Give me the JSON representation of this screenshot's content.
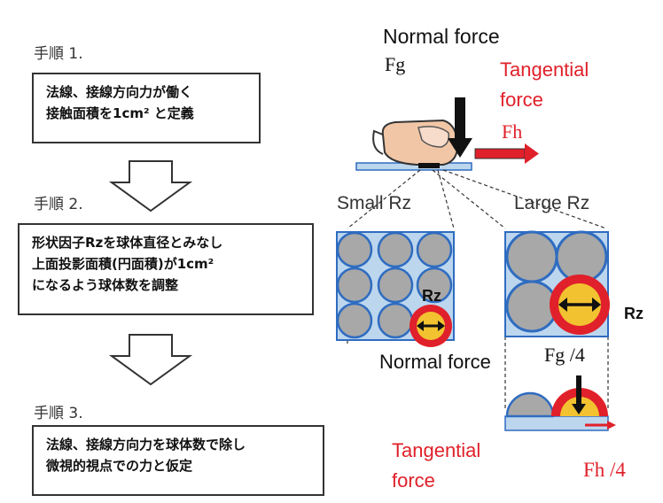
{
  "steps": [
    {
      "label": "手順 1.",
      "lines": [
        "法線、接線方向力が働く",
        "接触面積を1cm² と定義"
      ]
    },
    {
      "label": "手順 2.",
      "lines": [
        "形状因子Rzを球体直径とみなし",
        "上面投影面積(円面積)が1cm²",
        "になるよう球体数を調整"
      ]
    },
    {
      "label": "手順 3.",
      "lines": [
        "法線、接線方向力を球体数で除し",
        "微視的視点での力と仮定"
      ]
    }
  ],
  "diagram": {
    "normal_force_top": "Normal force",
    "fg": "Fg",
    "tangential_top_1": "Tangential",
    "tangential_top_2": "force",
    "fh": "Fh",
    "small_rz": "Small Rz",
    "large_rz": "Large Rz",
    "rz_small": "Rz",
    "rz_large": "Rz",
    "normal_force_mid": "Normal force",
    "fg_quarter": "Fg /4",
    "tangential_bottom_1": "Tangential",
    "tangential_bottom_2": "force",
    "fh_quarter": "Fh /4"
  },
  "colors": {
    "red": "#e0202a",
    "blue": "#2f6cc0",
    "light_blue": "#bcd6ee",
    "sphere_gray": "#a8a8a8",
    "yellow": "#f2c230"
  }
}
